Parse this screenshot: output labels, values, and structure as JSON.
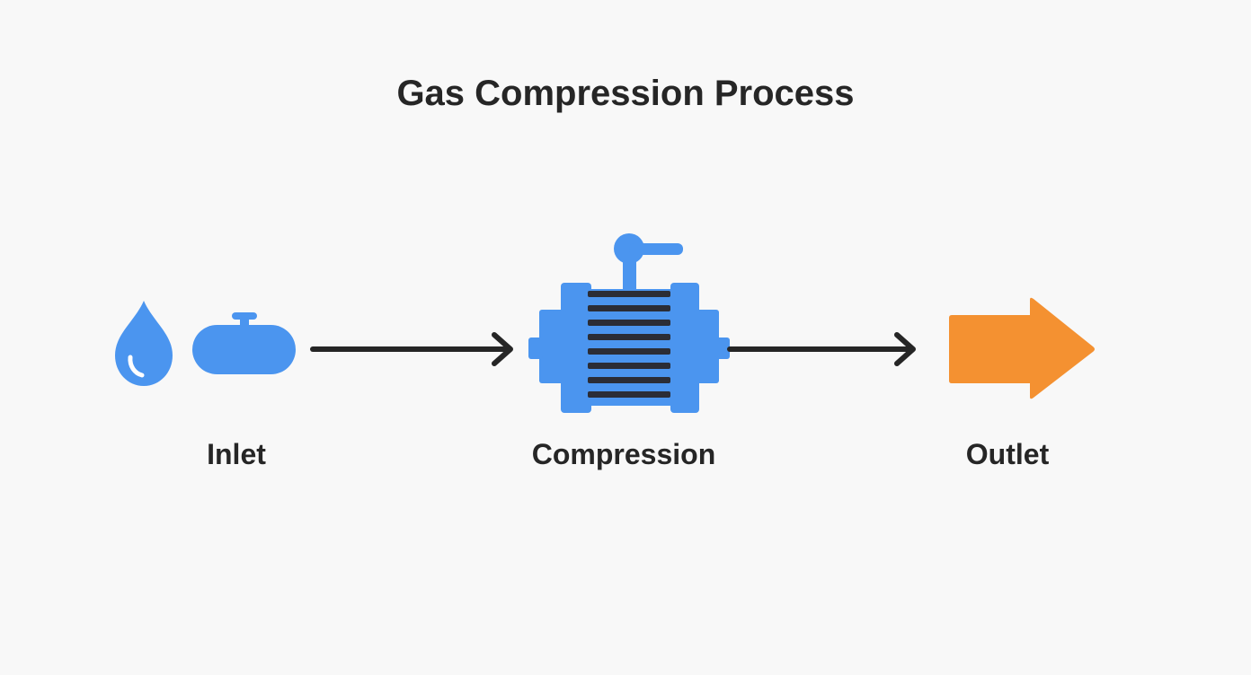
{
  "diagram": {
    "title": "Gas Compression Process",
    "stages": {
      "inlet": {
        "label": "Inlet",
        "icons": [
          "droplet-icon",
          "gas-tank-icon"
        ]
      },
      "compression": {
        "label": "Compression",
        "icons": [
          "compressor-icon"
        ]
      },
      "outlet": {
        "label": "Outlet",
        "icons": [
          "outlet-arrow-icon"
        ]
      }
    },
    "connectors": [
      {
        "from": "inlet",
        "to": "compression"
      },
      {
        "from": "compression",
        "to": "outlet"
      }
    ]
  },
  "colors": {
    "background": "#f8f8f8",
    "icon_blue": "#4b95ef",
    "outlet_orange": "#f49131",
    "text_dark": "#262626",
    "connector_dark": "#262626",
    "coil_stripe": "#2b2d36"
  }
}
